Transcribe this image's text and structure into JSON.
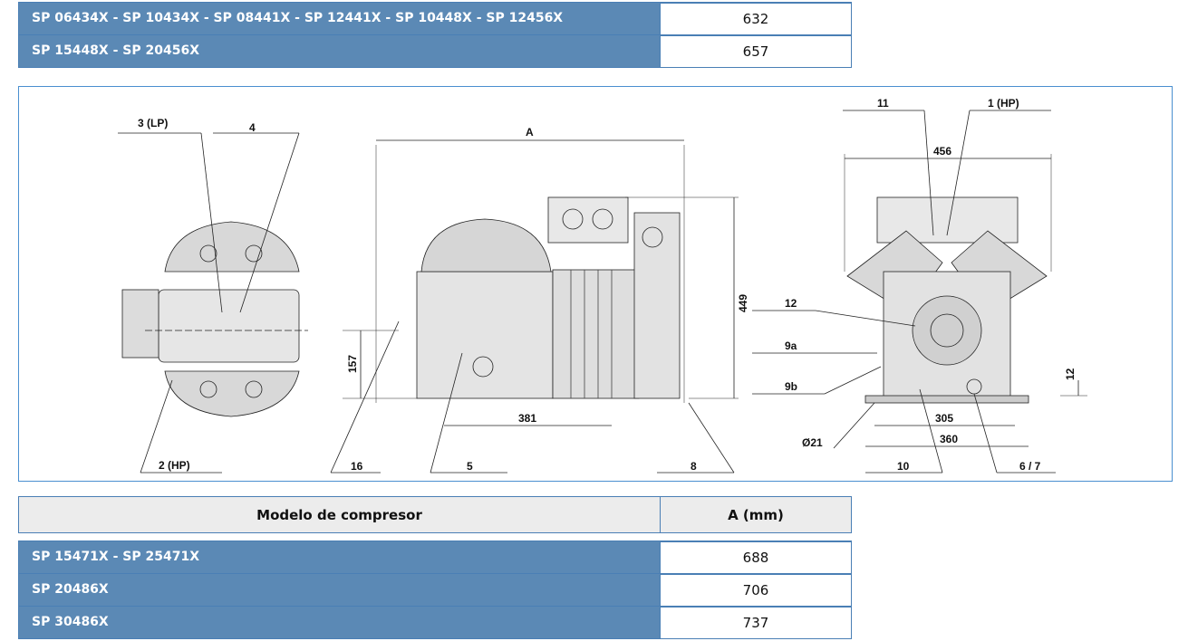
{
  "top_table": {
    "rows": [
      {
        "model": "SP 06434X - SP 10434X - SP 08441X - SP 12441X - SP 10448X - SP 12456X",
        "a": "632"
      },
      {
        "model": "SP 15448X - SP 20456X",
        "a": "657"
      }
    ]
  },
  "drawing": {
    "labels": {
      "lp3": "3 (LP)",
      "l4": "4",
      "hp2": "2 (HP)",
      "A": "A",
      "d449": "449",
      "d157": "157",
      "d381": "381",
      "l16": "16",
      "l5": "5",
      "l8": "8",
      "l11": "11",
      "hp1": "1 (HP)",
      "d456": "456",
      "l12": "12",
      "l9a": "9a",
      "l9b": "9b",
      "d12": "12",
      "d305": "305",
      "d360": "360",
      "d21": "Ø21",
      "l10": "10",
      "l67": "6 / 7"
    }
  },
  "bottom_table": {
    "header": {
      "model": "Modelo de compresor",
      "a": "A (mm)"
    },
    "rows": [
      {
        "model": "SP 15471X - SP 25471X",
        "a": "688"
      },
      {
        "model": "SP 20486X",
        "a": "706"
      },
      {
        "model": "SP 30486X",
        "a": "737"
      }
    ]
  }
}
